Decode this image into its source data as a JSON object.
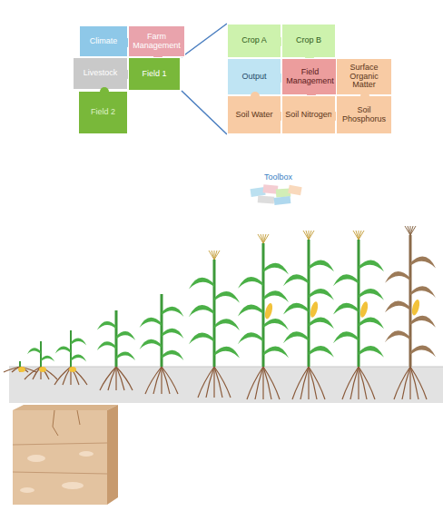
{
  "diagram": {
    "nodes": [
      {
        "text": [
          "Climate"
        ]
      },
      {
        "text": [
          "Farm Management"
        ]
      },
      {
        "text": [
          "Livestock"
        ]
      },
      {
        "text": [
          "Field 1"
        ]
      },
      {
        "text": [
          "Field 2"
        ]
      },
      {
        "text": [
          "Crop A"
        ]
      },
      {
        "text": [
          "Crop B"
        ]
      },
      {
        "text": [
          "Output"
        ]
      },
      {
        "text": [
          "Field Management"
        ]
      },
      {
        "text": [
          "Surface Organic Matter"
        ]
      },
      {
        "text": [
          "Soil Water"
        ]
      },
      {
        "text": [
          "Soil Nitrogen"
        ]
      },
      {
        "text": [
          "Soil Phosphorus"
        ]
      }
    ],
    "labels": [
      "Toolbox"
    ]
  }
}
